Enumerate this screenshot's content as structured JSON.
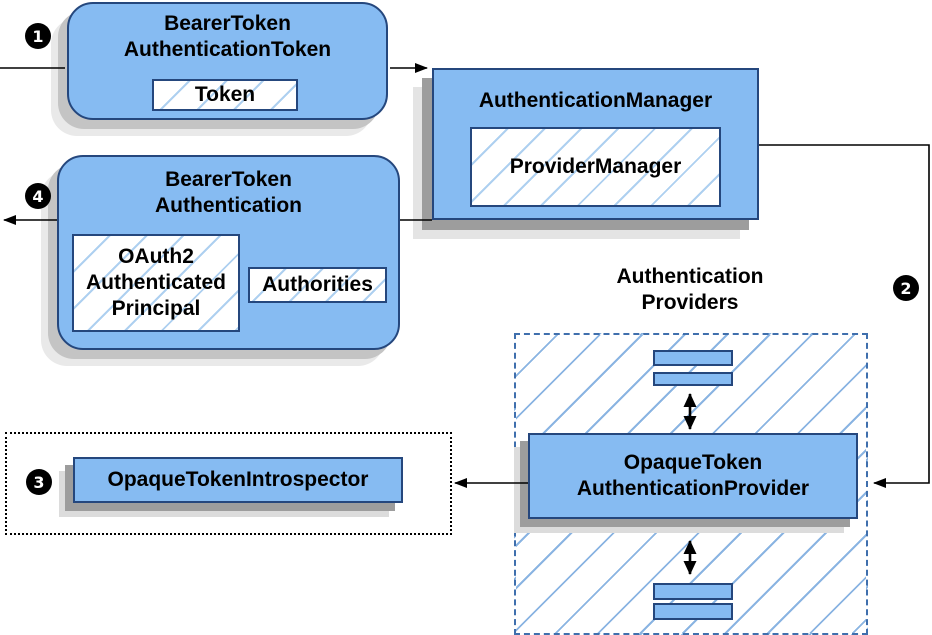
{
  "diagram": {
    "kind": "architecture-flow-diagram",
    "nodes": {
      "btat": {
        "title": "BearerToken\nAuthenticationToken",
        "token": "Token"
      },
      "am": {
        "title": "AuthenticationManager",
        "provider_manager": "ProviderManager"
      },
      "bta": {
        "title": "BearerToken\nAuthentication",
        "principal": "OAuth2\nAuthenticated\nPrincipal",
        "authorities": "Authorities"
      },
      "providers": {
        "label": "Authentication\nProviders"
      },
      "otap": {
        "title": "OpaqueToken\nAuthenticationProvider"
      },
      "oti": {
        "title": "OpaqueTokenIntrospector"
      }
    },
    "steps": {
      "s1": "1",
      "s2": "2",
      "s3": "3",
      "s4": "4"
    },
    "colors": {
      "node_fill": "#86bbf2",
      "node_border": "#25477d",
      "hatch_line_small": "#aed0f0",
      "hatch_line_providers": "#8ab4e2",
      "providers_dash_border": "#3f6fad",
      "dotted_border": "#000000",
      "shadow_dark": "#9d9d9d",
      "shadow_light": "#e4e4e4",
      "shadow_rounded": "#c4c4c4",
      "arrow": "#000000",
      "step_badge_bg": "#000000",
      "step_badge_fg": "#ffffff"
    }
  }
}
